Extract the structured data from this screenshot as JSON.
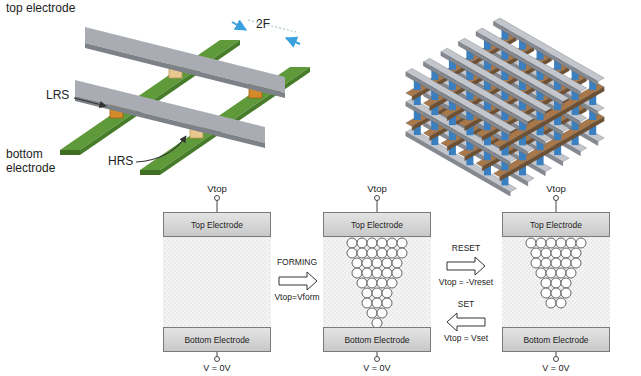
{
  "diagram": {
    "nodes": [
      {
        "text": [
          "Top Electrode"
        ]
      },
      {
        "text": [
          "Bottom Electrode"
        ]
      },
      {
        "text": [
          "Top Electrode"
        ]
      },
      {
        "text": [
          "Bottom Electrode"
        ]
      },
      {
        "text": [
          "Top Electrode"
        ]
      },
      {
        "text": [
          "Bottom Electrode"
        ]
      }
    ],
    "labels": [
      "top electrode",
      "2F",
      "LRS",
      "HRS",
      "bottom electrode",
      "Vtop",
      "Vtop",
      "Vtop",
      "FORMING",
      "Vtop=Vform",
      "RESET",
      "Vtop = -Vreset",
      "SET",
      "Vtop = Vset",
      "V = 0V",
      "V = 0V",
      "V = 0V"
    ]
  }
}
